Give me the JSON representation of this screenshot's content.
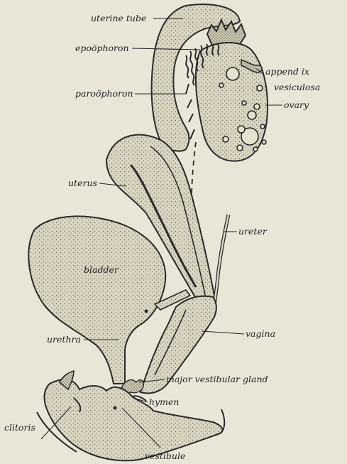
{
  "labels": {
    "uterine_tube": "uterine tube",
    "epoophoron": "epoöphoron",
    "paroophoron": "paroöphoron",
    "appendix": "append ix",
    "vesiculosa": "vesiculosa",
    "ovary": "ovary",
    "uterus": "uterus",
    "ureter": "ureter",
    "bladder": "bladder",
    "vagina": "vagina",
    "urethra": "urethra",
    "major_vestibular_gland": "major vestibular gland",
    "hymen": "hymen",
    "clitoris": "clitoris",
    "vestibule": "vestibule"
  },
  "colors": {
    "paper": "#e9e6d8",
    "organ_fill": "#d6d2bd",
    "ink": "#2a2a2a"
  }
}
